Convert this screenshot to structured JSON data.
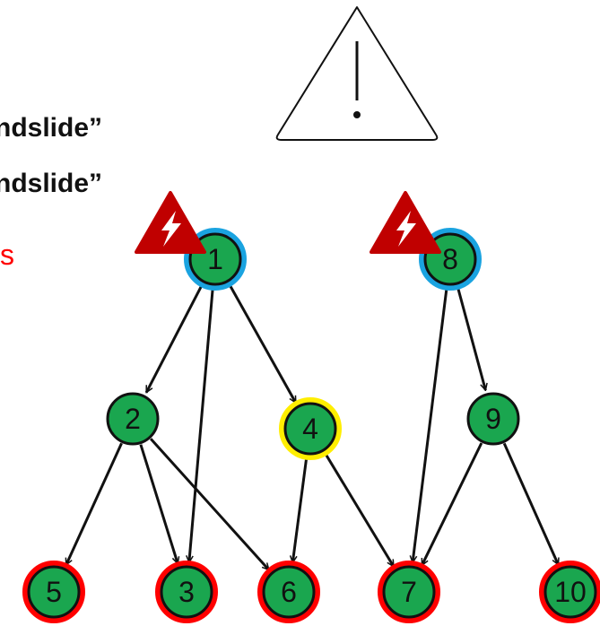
{
  "captions": {
    "line1": "ndslide”",
    "line2": "ndslide”",
    "line3": "s"
  },
  "icons": {
    "warning": "warning-triangle-icon",
    "alert": "lightning-alert-icon"
  },
  "colors": {
    "node_fill": "#1aa64f",
    "node_stroke": "#111111",
    "ring_source": "#1aa3e0",
    "ring_highlight": "#ffee00",
    "ring_impacted": "#ff0000",
    "alert_fill": "#c00000",
    "caption_red": "#ff0000"
  },
  "graph": {
    "nodes": [
      {
        "id": "1",
        "label": "1",
        "ring": "source",
        "alert": true
      },
      {
        "id": "2",
        "label": "2",
        "ring": "none",
        "alert": false
      },
      {
        "id": "3",
        "label": "3",
        "ring": "impacted",
        "alert": false
      },
      {
        "id": "4",
        "label": "4",
        "ring": "highlight",
        "alert": false
      },
      {
        "id": "5",
        "label": "5",
        "ring": "impacted",
        "alert": false
      },
      {
        "id": "6",
        "label": "6",
        "ring": "impacted",
        "alert": false
      },
      {
        "id": "7",
        "label": "7",
        "ring": "impacted",
        "alert": false
      },
      {
        "id": "8",
        "label": "8",
        "ring": "source",
        "alert": true
      },
      {
        "id": "9",
        "label": "9",
        "ring": "none",
        "alert": false
      },
      {
        "id": "10",
        "label": "10",
        "ring": "impacted",
        "alert": false
      }
    ],
    "edges": [
      {
        "from": "1",
        "to": "2"
      },
      {
        "from": "1",
        "to": "3"
      },
      {
        "from": "1",
        "to": "4"
      },
      {
        "from": "2",
        "to": "5"
      },
      {
        "from": "2",
        "to": "3"
      },
      {
        "from": "2",
        "to": "6"
      },
      {
        "from": "4",
        "to": "6"
      },
      {
        "from": "4",
        "to": "7"
      },
      {
        "from": "8",
        "to": "7"
      },
      {
        "from": "8",
        "to": "9"
      },
      {
        "from": "9",
        "to": "7"
      },
      {
        "from": "9",
        "to": "10"
      }
    ]
  }
}
